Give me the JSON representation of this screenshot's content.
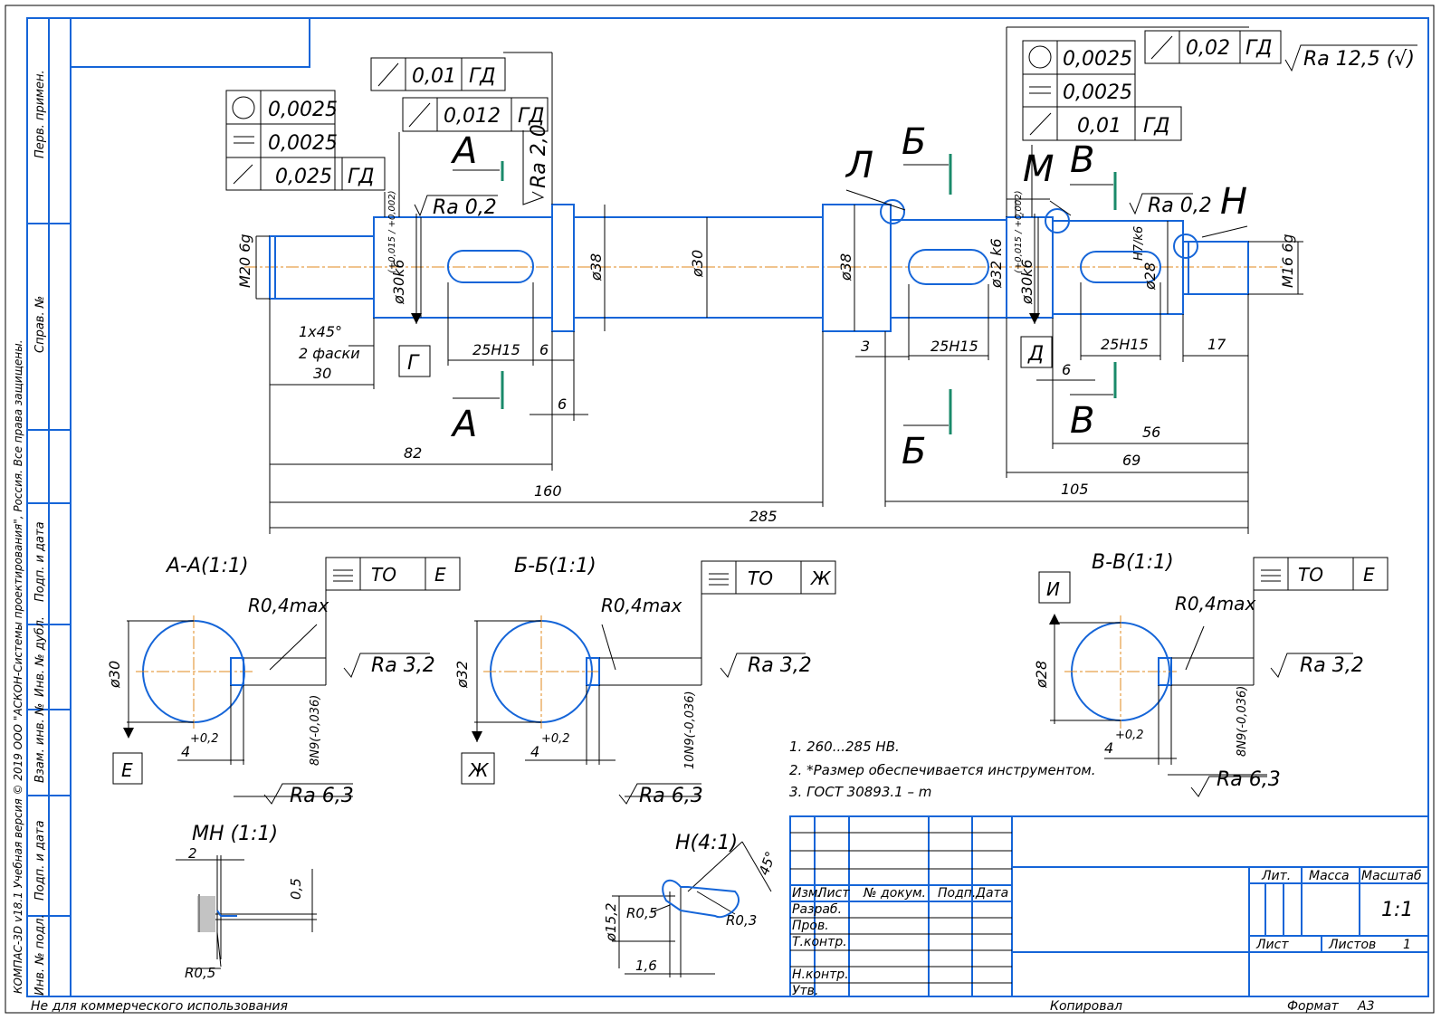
{
  "frame": {
    "side_labels": [
      "Перв. примен.",
      "Справ. №",
      "Подп. и дата",
      "Инв. № дубл.",
      "Взам. инв. №",
      "Подп. и дата",
      "Инв. № подл."
    ],
    "copyright": "КОМПАС-3D v18.1 Учебная версия © 2019 ООО \"АСКОН-Системы проектирования\", Россия. Все права защищены.",
    "bottom_left": "Не для коммерческого использования",
    "bottom_copied": "Копировал",
    "bottom_format": "Формат",
    "bottom_format_value": "А3"
  },
  "tolerances": {
    "left_round": "0,0025",
    "left_flat": "0,0025",
    "left_runout": "0,025",
    "left_runout_base": "ГД",
    "top_runout1": "0,01",
    "top_runout1_base": "ГД",
    "top_runout2": "0,012",
    "top_runout2_base": "ГД",
    "right_round": "0,0025",
    "right_flat": "0,0025",
    "right_runout": "0,01",
    "right_runout_base": "ГД",
    "right_top_runout": "0,02",
    "right_top_runout_base": "ГД"
  },
  "roughness": {
    "general": "Ra 12,5 (√)",
    "journal_left": "Ra 0,2",
    "shoulder": "Ra 2,0",
    "journal_right": "Ra 0,2",
    "keyway_aa": "Ra 3,2",
    "bottom_aa": "Ra 6,3",
    "keyway_bb": "Ra 3,2",
    "bottom_bb": "Ra 6,3",
    "keyway_vv": "Ra 3,2",
    "bottom_vv": "Ra 6,3"
  },
  "letters": {
    "A_top": "А",
    "A_bot": "А",
    "B_top": "Б",
    "B_bot": "Б",
    "V_top": "В",
    "V_bot": "В",
    "L": "Л",
    "M": "М",
    "N": "Н",
    "G": "Г",
    "D": "Д",
    "E": "Е",
    "Zh": "Ж",
    "I": "И"
  },
  "dims": {
    "m20": "M20 6g",
    "d30k6_left": "ø30k6",
    "d30k6_left_tol": "(+0,015 / +0,002)",
    "d38_a": "ø38",
    "d30": "ø30",
    "d38_b": "ø38",
    "d32k6": "ø32 k6",
    "d30k6_right": "ø30k6",
    "d30k6_right_tol": "(+0,015 / +0,002)",
    "d28": "ø28",
    "d28_fit": "H7/k6",
    "m16": "M16 6g",
    "chamfer": "1x45°",
    "chamfer2": "2 фаски",
    "d_30len": "30",
    "d_25h15_a": "25H15",
    "d_6a": "6",
    "d_6b": "6",
    "d_3": "3",
    "d_25h15_b": "25H15",
    "d_6c": "6",
    "d_25h15_c": "25H15",
    "d_17": "17",
    "d_82": "82",
    "d_160": "160",
    "d_285": "285",
    "d_56": "56",
    "d_69": "69",
    "d_105": "105"
  },
  "sections": {
    "aa_title": "А-А(1:1)",
    "aa_r": "R0,4max",
    "aa_d": "ø30",
    "aa_w": "4",
    "aa_w_tol": "+0,2",
    "aa_n": "8N9(-0,036)",
    "aa_frame_a": "TO",
    "aa_frame_b": "E",
    "bb_title": "Б-Б(1:1)",
    "bb_r": "R0,4max",
    "bb_d": "ø32",
    "bb_w": "4",
    "bb_w_tol": "+0,2",
    "bb_n": "10N9(-0,036)",
    "bb_frame_a": "TO",
    "bb_frame_b": "Ж",
    "vv_title": "В-В(1:1)",
    "vv_r": "R0,4max",
    "vv_d": "ø28",
    "vv_w": "4",
    "vv_w_tol": "+0,2",
    "vv_n": "8N9(-0,036)",
    "vv_frame_a": "TO",
    "vv_frame_b": "E"
  },
  "details": {
    "mn_title": "МН (1:1)",
    "mn_2": "2",
    "mn_05": "0,5",
    "mn_r": "R0,5",
    "n_title": "Н(4:1)",
    "n_45": "45°",
    "n_d": "ø15,2",
    "n_r05": "R0,5",
    "n_r03": "R0,3",
    "n_16": "1,6"
  },
  "notes": [
    "1. 260...285 HB.",
    "2. *Размер обеспечивается инструментом.",
    "3. ГОСТ 30893.1 – m"
  ],
  "title_block": {
    "izm": "Изм.",
    "list": "Лист",
    "doc": "№ докум.",
    "podp": "Подп.",
    "data": "Дата",
    "razrab": "Разраб.",
    "prov": "Пров.",
    "tkontr": "Т.контр.",
    "nkontr": "Н.контр.",
    "utv": "Утв.",
    "lit": "Лит.",
    "massa": "Масса",
    "masshtab": "Масштаб",
    "scale": "1:1",
    "list2": "Лист",
    "listov": "Листов",
    "listov_n": "1"
  }
}
